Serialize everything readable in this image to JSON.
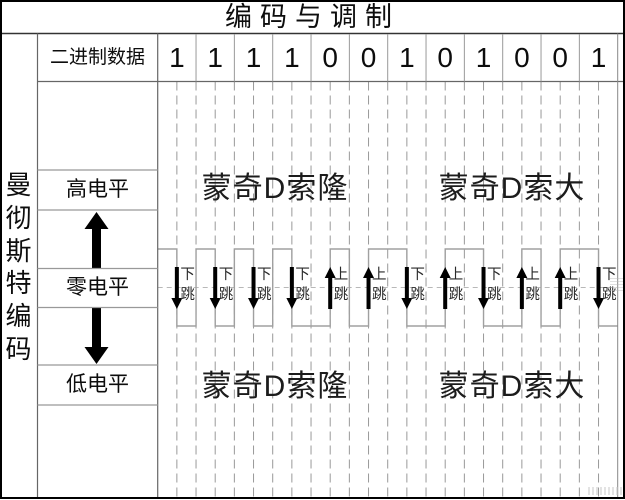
{
  "title": "编码与调制",
  "binary": {
    "label": "二进制数据",
    "bits": [
      "1",
      "1",
      "1",
      "1",
      "0",
      "0",
      "1",
      "0",
      "1",
      "0",
      "0",
      "1"
    ]
  },
  "encoder_label": "曼彻斯特编码",
  "levels": {
    "high": "高电平",
    "zero": "零电平",
    "low": "低电平"
  },
  "transitions": {
    "bit1_label": "下跳",
    "bit0_label": "上跳",
    "sequence": [
      "下跳",
      "下跳",
      "下跳",
      "下跳",
      "上跳",
      "上跳",
      "下跳",
      "上跳",
      "下跳",
      "上跳",
      "上跳",
      "下跳"
    ]
  },
  "annotations": {
    "upper_left": "蒙奇D索隆",
    "upper_right": "蒙奇D索大",
    "lower_left": "蒙奇D索隆",
    "lower_right": "蒙奇D索大"
  },
  "colors": {
    "border": "#000000",
    "table_line": "#666666",
    "cell_line": "#999999",
    "wave_line": "#a0a0a0",
    "grid_dash": "#999999",
    "mid_dash": "#b8b8b8",
    "arrow": "#000000"
  }
}
